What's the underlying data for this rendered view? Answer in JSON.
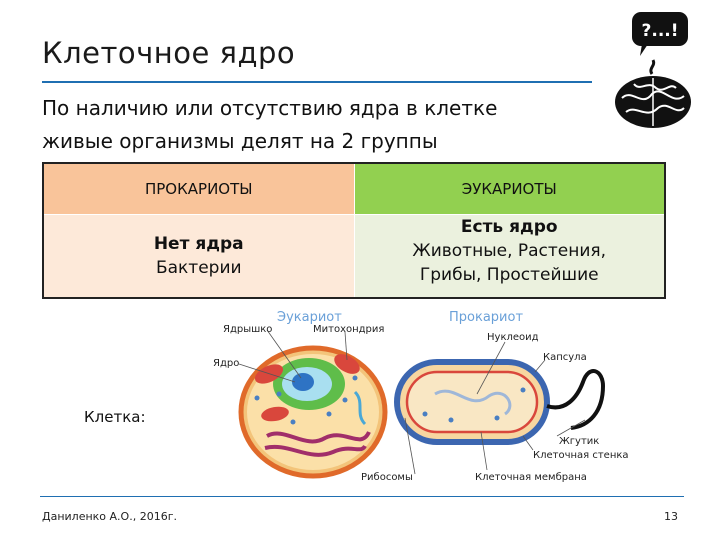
{
  "slide": {
    "title": "Клеточное ядро",
    "intro": "По наличию или отсутствию ядра в клетке живые организмы делят на 2 группы",
    "brain_badge": "?...!"
  },
  "table": {
    "headers": [
      "ПРОКАРИОТЫ",
      "ЭУКАРИОТЫ"
    ],
    "prokaryote": {
      "bold": "Нет ядра",
      "text": "Бактерии"
    },
    "eukaryote": {
      "bold": "Есть ядро",
      "line1": "Животные, Растения,",
      "line2": "Грибы, Простейшие"
    }
  },
  "diagram": {
    "eukaryote_title": "Эукариот",
    "prokaryote_title": "Прокариот",
    "labels": {
      "nucleolus": "Ядрышко",
      "mitochondria": "Митохондрия",
      "nucleus": "Ядро",
      "ribosomes": "Рибосомы",
      "nucleoid": "Нуклеоид",
      "capsule": "Капсула",
      "flagellum": "Жгутик",
      "cell_wall": "Клеточная стенка",
      "membrane": "Клеточная мембрана"
    },
    "colors": {
      "eukaryote_title": "#6aa0d8",
      "prokaryote_title": "#6aa0d8"
    }
  },
  "caption": "Клетка:",
  "footer": {
    "author": "Даниленко А.О., 2016г.",
    "page": "13"
  }
}
